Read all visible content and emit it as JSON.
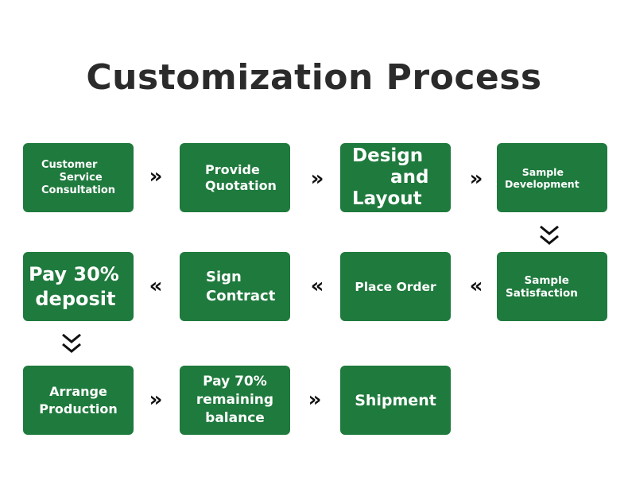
{
  "title": "Customization Process",
  "colors": {
    "box": "#1f7a3d",
    "text": "#ffffff",
    "arrow": "#111111"
  },
  "steps": [
    {
      "label": "Customer\n     Service\nConsultation"
    },
    {
      "label": "Provide\nQuotation"
    },
    {
      "label": "Design\n      and\nLayout"
    },
    {
      "label": "     Sample\nDevelopment"
    },
    {
      "label": "     Sample\nSatisfaction"
    },
    {
      "label": "Place Order"
    },
    {
      "label": "Sign\nContract"
    },
    {
      "label": "Pay 30%\n deposit"
    },
    {
      "label": "Arrange\nProduction"
    },
    {
      "label": "Pay 70%\nremaining\nbalance"
    },
    {
      "label": "Shipment"
    }
  ],
  "arrows": {
    "right": "»",
    "left": "«",
    "down": "double-chevron-down-icon"
  }
}
